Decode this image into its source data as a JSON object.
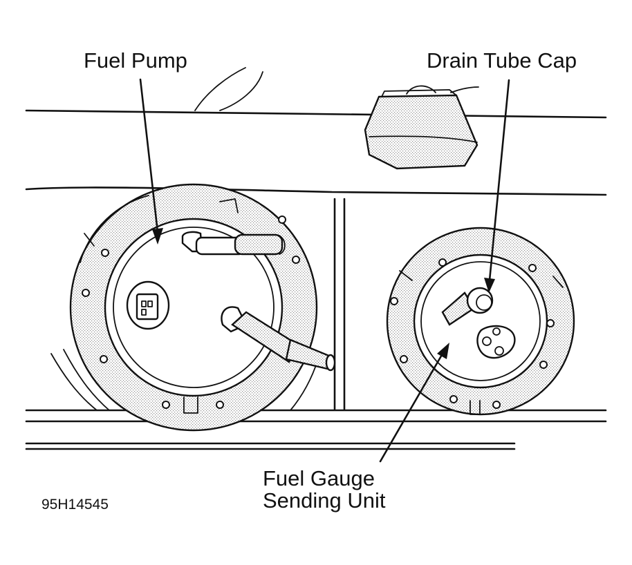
{
  "labels": {
    "fuel_pump": "Fuel Pump",
    "drain_tube_cap": "Drain Tube Cap",
    "fuel_gauge_line1": "Fuel Gauge",
    "fuel_gauge_line2": "Sending Unit",
    "figure_code": "95H14545"
  },
  "colors": {
    "ink": "#111111",
    "background": "#ffffff",
    "stipple": "#9a9a9a"
  }
}
